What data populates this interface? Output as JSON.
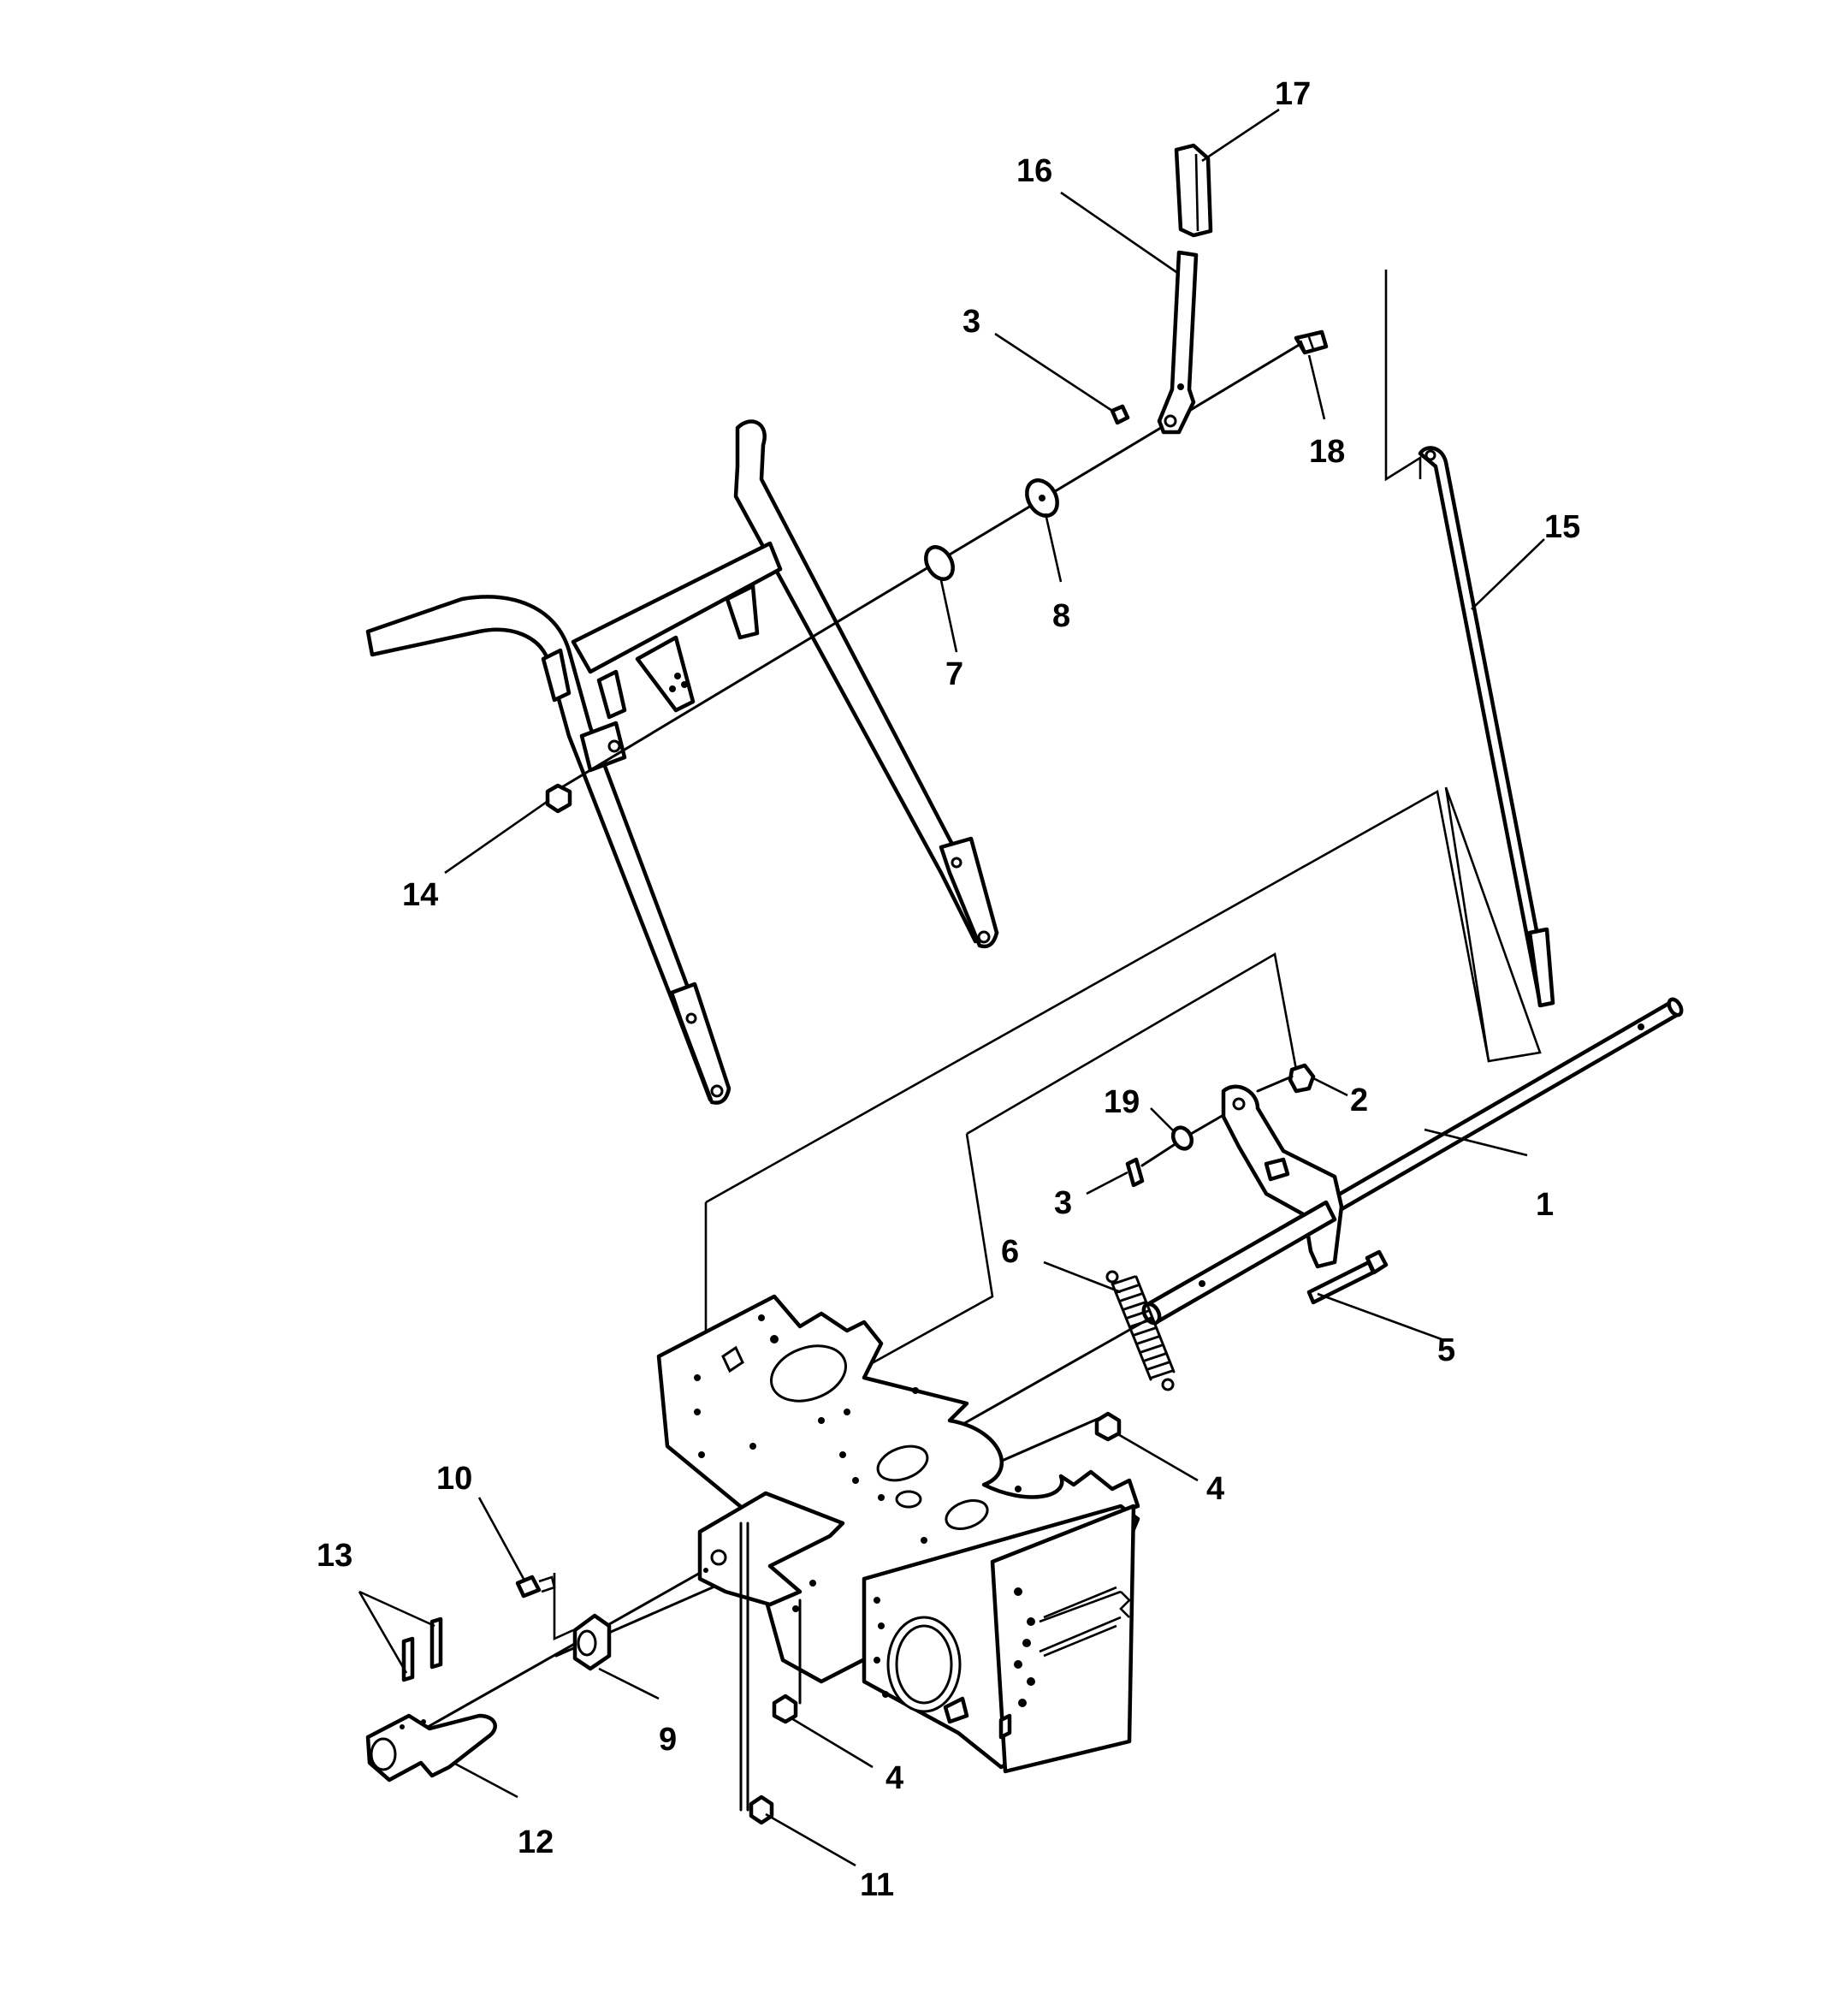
{
  "callouts": [
    {
      "label": "1"
    },
    {
      "label": "2"
    },
    {
      "label": "3"
    },
    {
      "label": "3"
    },
    {
      "label": "4"
    },
    {
      "label": "4"
    },
    {
      "label": "5"
    },
    {
      "label": "6"
    },
    {
      "label": "7"
    },
    {
      "label": "8"
    },
    {
      "label": "9"
    },
    {
      "label": "10"
    },
    {
      "label": "11"
    },
    {
      "label": "12"
    },
    {
      "label": "13"
    },
    {
      "label": "14"
    },
    {
      "label": "15"
    },
    {
      "label": "16"
    },
    {
      "label": "17"
    },
    {
      "label": "18"
    },
    {
      "label": "19"
    }
  ]
}
